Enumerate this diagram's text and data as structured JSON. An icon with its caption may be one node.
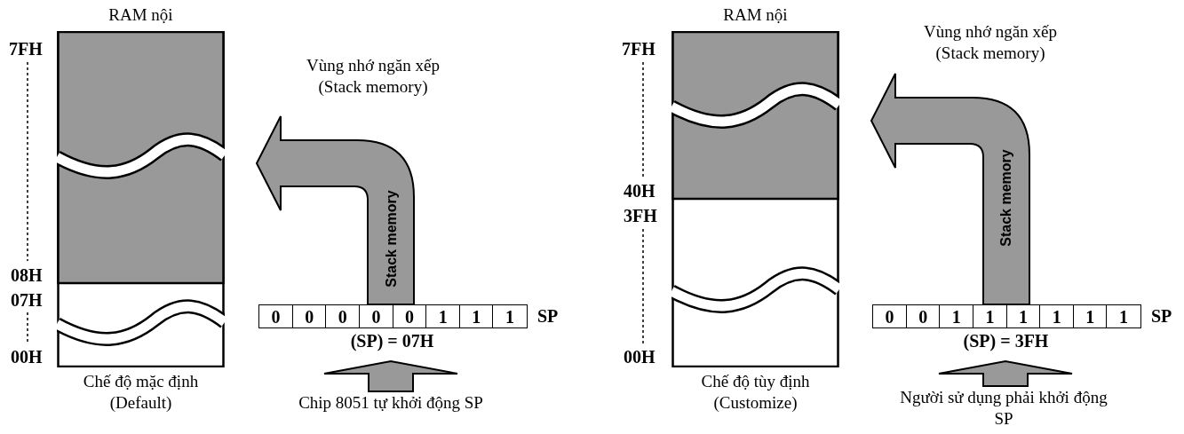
{
  "diagram": {
    "nodes": [
      {
        "text": [
          "RAM nội"
        ],
        "beside": [
          "Chế độ mặc định (Default)"
        ]
      },
      {
        "text": [
          "0",
          "0",
          "0",
          "0",
          "0",
          "1",
          "1",
          "1"
        ],
        "beside": [
          "SP",
          "(SP) = 07H"
        ]
      },
      {
        "text": [
          "Chip 8051 tự khởi động SP"
        ]
      },
      {
        "text": [
          "RAM nội"
        ],
        "beside": [
          "Chế độ tùy định (Customize)"
        ]
      },
      {
        "text": [
          "0",
          "0",
          "1",
          "1",
          "1",
          "1",
          "1",
          "1"
        ],
        "beside": [
          "SP",
          "(SP) = 3FH"
        ]
      },
      {
        "text": [
          "Người sử dụng phải khởi động SP"
        ]
      }
    ],
    "edges": [
      {
        "from": 2,
        "to": 1,
        "arrow": "to"
      },
      {
        "from": 1,
        "to": 0,
        "arrow": "to",
        "label": "Stack memory"
      },
      {
        "from": 5,
        "to": 4,
        "arrow": "to"
      },
      {
        "from": 4,
        "to": 3,
        "arrow": "to",
        "label": "Stack memory"
      }
    ],
    "labels": [
      "7FH",
      "08H",
      "07H",
      "00H",
      "Vùng nhớ ngăn xếp (Stack memory)",
      "7FH",
      "40H",
      "3FH",
      "00H",
      "Vùng nhớ ngăn xếp (Stack memory)"
    ]
  }
}
